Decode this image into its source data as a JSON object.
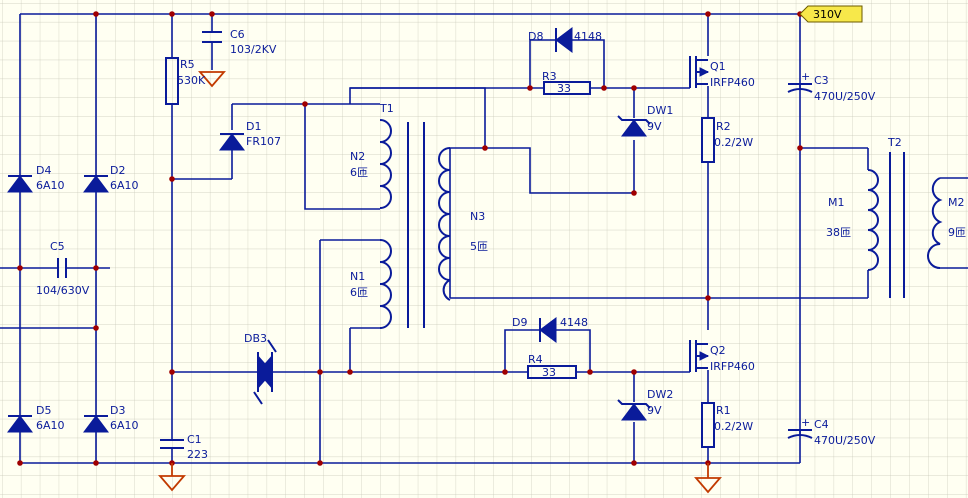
{
  "rail": {
    "label": "310V",
    "color": "#f7e84a"
  },
  "colors": {
    "wire": "#0a1b9a",
    "junction": "#a00000",
    "ground": "#c23a00",
    "grid": "#c8c8b8",
    "background": "#fffff2"
  },
  "components": {
    "C6": {
      "ref": "C6",
      "value": "103/2KV"
    },
    "R5": {
      "ref": "R5",
      "value": "530K"
    },
    "D1": {
      "ref": "D1",
      "value": "FR107"
    },
    "D4": {
      "ref": "D4",
      "value": "6A10"
    },
    "D2": {
      "ref": "D2",
      "value": "6A10"
    },
    "D5": {
      "ref": "D5",
      "value": "6A10"
    },
    "D3": {
      "ref": "D3",
      "value": "6A10"
    },
    "C5": {
      "ref": "C5",
      "value": "104/630V"
    },
    "C1": {
      "ref": "C1",
      "value": "223"
    },
    "DB3": {
      "ref": "DB3"
    },
    "T1": {
      "ref": "T1"
    },
    "N1": {
      "ref": "N1",
      "turns": "6匝"
    },
    "N2": {
      "ref": "N2",
      "turns": "6匝"
    },
    "N3": {
      "ref": "N3",
      "turns": "5匝"
    },
    "D8": {
      "ref": "D8",
      "value": "4148"
    },
    "D9": {
      "ref": "D9",
      "value": "4148"
    },
    "R3": {
      "ref": "R3",
      "value": "33"
    },
    "R4": {
      "ref": "R4",
      "value": "33"
    },
    "DW1": {
      "ref": "DW1",
      "value": "9V"
    },
    "DW2": {
      "ref": "DW2",
      "value": "9V"
    },
    "Q1": {
      "ref": "Q1",
      "value": "IRFP460"
    },
    "Q2": {
      "ref": "Q2",
      "value": "IRFP460"
    },
    "R2": {
      "ref": "R2",
      "value": "0.2/2W"
    },
    "R1": {
      "ref": "R1",
      "value": "0.2/2W"
    },
    "C3": {
      "ref": "C3",
      "value": "470U/250V"
    },
    "C4": {
      "ref": "C4",
      "value": "470U/250V"
    },
    "T2": {
      "ref": "T2"
    },
    "M1": {
      "ref": "M1",
      "turns": "38匝"
    },
    "M2": {
      "ref": "M2",
      "turns": "9匝"
    }
  }
}
